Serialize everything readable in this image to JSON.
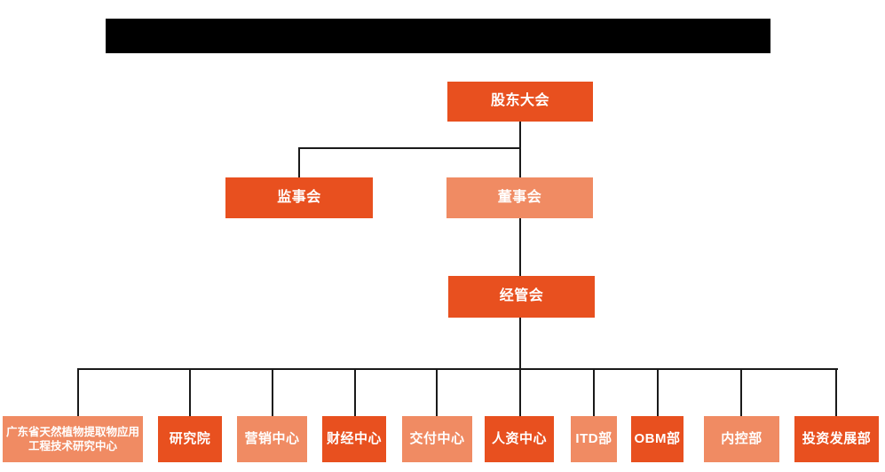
{
  "colors": {
    "primary": "#E8501F",
    "secondary": "#F08B63",
    "line": "#1A1A1A",
    "redaction": "#000000",
    "box_text": "#FFFFFF",
    "background": "#FFFFFF"
  },
  "org_chart": {
    "level1": {
      "label": "股东大会",
      "variant": "primary"
    },
    "level2": [
      {
        "label": "监事会",
        "variant": "primary"
      },
      {
        "label": "董事会",
        "variant": "secondary"
      }
    ],
    "level3": {
      "label": "经管会",
      "variant": "primary"
    },
    "level4": [
      {
        "label": "广东省天然植物提取物应用工程技术研究中心",
        "variant": "secondary"
      },
      {
        "label": "研究院",
        "variant": "primary"
      },
      {
        "label": "营销中心",
        "variant": "secondary"
      },
      {
        "label": "财经中心",
        "variant": "primary"
      },
      {
        "label": "交付中心",
        "variant": "secondary"
      },
      {
        "label": "人资中心",
        "variant": "primary"
      },
      {
        "label": "ITD部",
        "variant": "secondary"
      },
      {
        "label": "OBM部",
        "variant": "primary"
      },
      {
        "label": "内控部",
        "variant": "secondary"
      },
      {
        "label": "投资发展部",
        "variant": "primary"
      }
    ]
  }
}
